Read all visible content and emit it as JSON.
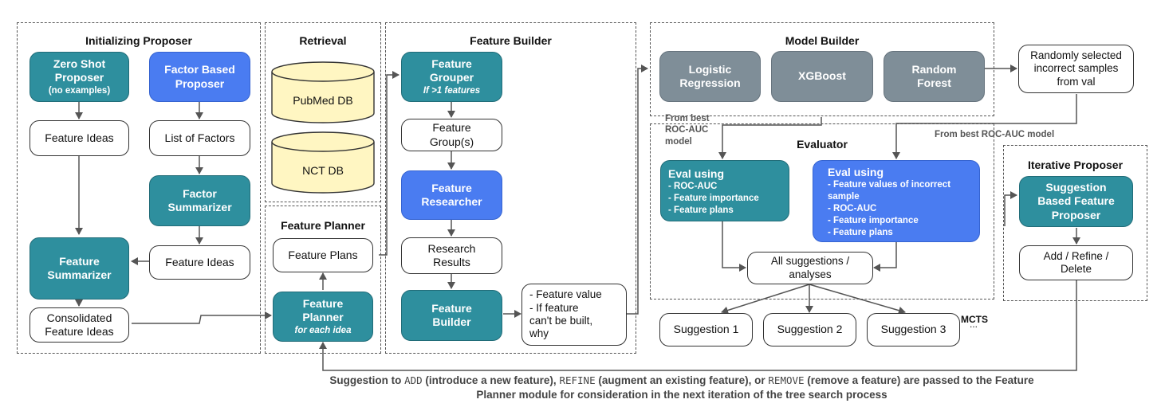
{
  "initializing_proposer": {
    "title": "Initializing Proposer",
    "zero_shot": {
      "title": "Zero Shot Proposer",
      "sub": "(no examples)"
    },
    "factor_based": "Factor Based Proposer",
    "feature_ideas_left": "Feature Ideas",
    "list_of_factors": "List of Factors",
    "factor_summarizer": "Factor Summarizer",
    "feature_ideas_right": "Feature Ideas",
    "feature_summarizer": "Feature Summarizer",
    "consolidated": "Consolidated Feature Ideas"
  },
  "retrieval": {
    "title": "Retrieval",
    "pubmed": "PubMed DB",
    "nct": "NCT DB"
  },
  "feature_planner": {
    "title": "Feature Planner",
    "plans": "Feature Plans",
    "planner": {
      "title": "Feature Planner",
      "sub": "for each idea"
    }
  },
  "feature_builder": {
    "title": "Feature Builder",
    "grouper": {
      "title": "Feature Grouper",
      "sub": "If >1 features"
    },
    "groups": "Feature Group(s)",
    "researcher": "Feature Researcher",
    "research_results": "Research Results",
    "builder": "Feature Builder",
    "output": [
      "- Feature value",
      "- If feature",
      "can't be built,",
      "why"
    ]
  },
  "model_builder": {
    "title": "Model Builder",
    "models": [
      "Logistic Regression",
      "XGBoost",
      "Random Forest"
    ],
    "random_samples": "Randomly selected incorrect samples from val"
  },
  "evaluator": {
    "title": "Evaluator",
    "note_left": [
      "From best",
      "ROC-AUC",
      "model"
    ],
    "note_right": "From best ROC-AUC model",
    "eval_left": {
      "title": "Eval using",
      "items": [
        "- ROC-AUC",
        "- Feature importance",
        "- Feature plans"
      ]
    },
    "eval_right": {
      "title": "Eval using",
      "items": [
        "- Feature values of incorrect",
        "sample",
        "- ROC-AUC",
        "- Feature importance",
        "- Feature plans"
      ]
    },
    "all_suggestions": "All suggestions / analyses"
  },
  "suggestions": [
    "Suggestion 1",
    "Suggestion 2",
    "Suggestion 3"
  ],
  "mcts": "MCTS",
  "ellipsis": "...",
  "iterative_proposer": {
    "title": "Iterative Proposer",
    "suggestion_based": "Suggestion Based Feature Proposer",
    "add_refine_delete": "Add / Refine / Delete"
  },
  "caption": {
    "line1": [
      "Suggestion to ",
      "ADD",
      " (introduce a new feature), ",
      "REFINE",
      " (augment an existing feature), or ",
      "REMOVE",
      " (remove a feature) are passed to the Feature"
    ],
    "line2": "Planner module for consideration in the next iteration of the tree search process"
  },
  "colors": {
    "teal": "#2e8f9e",
    "blue": "#4a7cf1",
    "gray": "#7f8e98",
    "db_fill": "#fff6c2"
  }
}
